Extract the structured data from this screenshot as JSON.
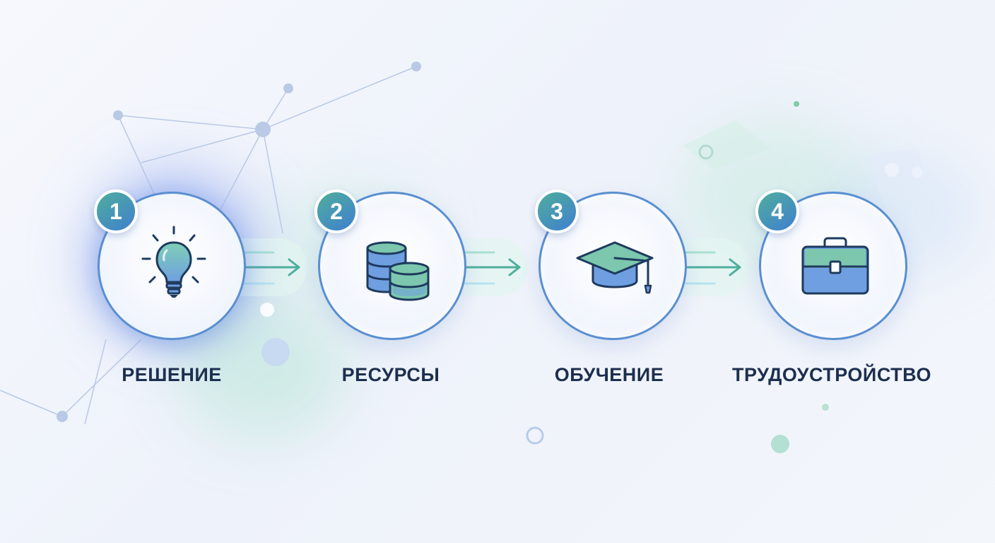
{
  "steps": [
    {
      "number": "1",
      "label": "РЕШЕНИЕ",
      "icon": "lightbulb-icon"
    },
    {
      "number": "2",
      "label": "РЕСУРСЫ",
      "icon": "coins-icon"
    },
    {
      "number": "3",
      "label": "ОБУЧЕНИЕ",
      "icon": "graduation-cap-icon"
    },
    {
      "number": "4",
      "label": "ТРУДОУСТРОЙСТВО",
      "icon": "briefcase-icon"
    }
  ],
  "colors": {
    "circle_border": "#5a8fd0",
    "badge_start": "#4fae9c",
    "badge_end": "#3f7fd0",
    "arrow": "#4fae9c",
    "label_text": "#1d2f4f",
    "icon_outline": "#1e3a5f",
    "icon_green": "#7cc7ad",
    "icon_blue": "#7aa7e0"
  }
}
